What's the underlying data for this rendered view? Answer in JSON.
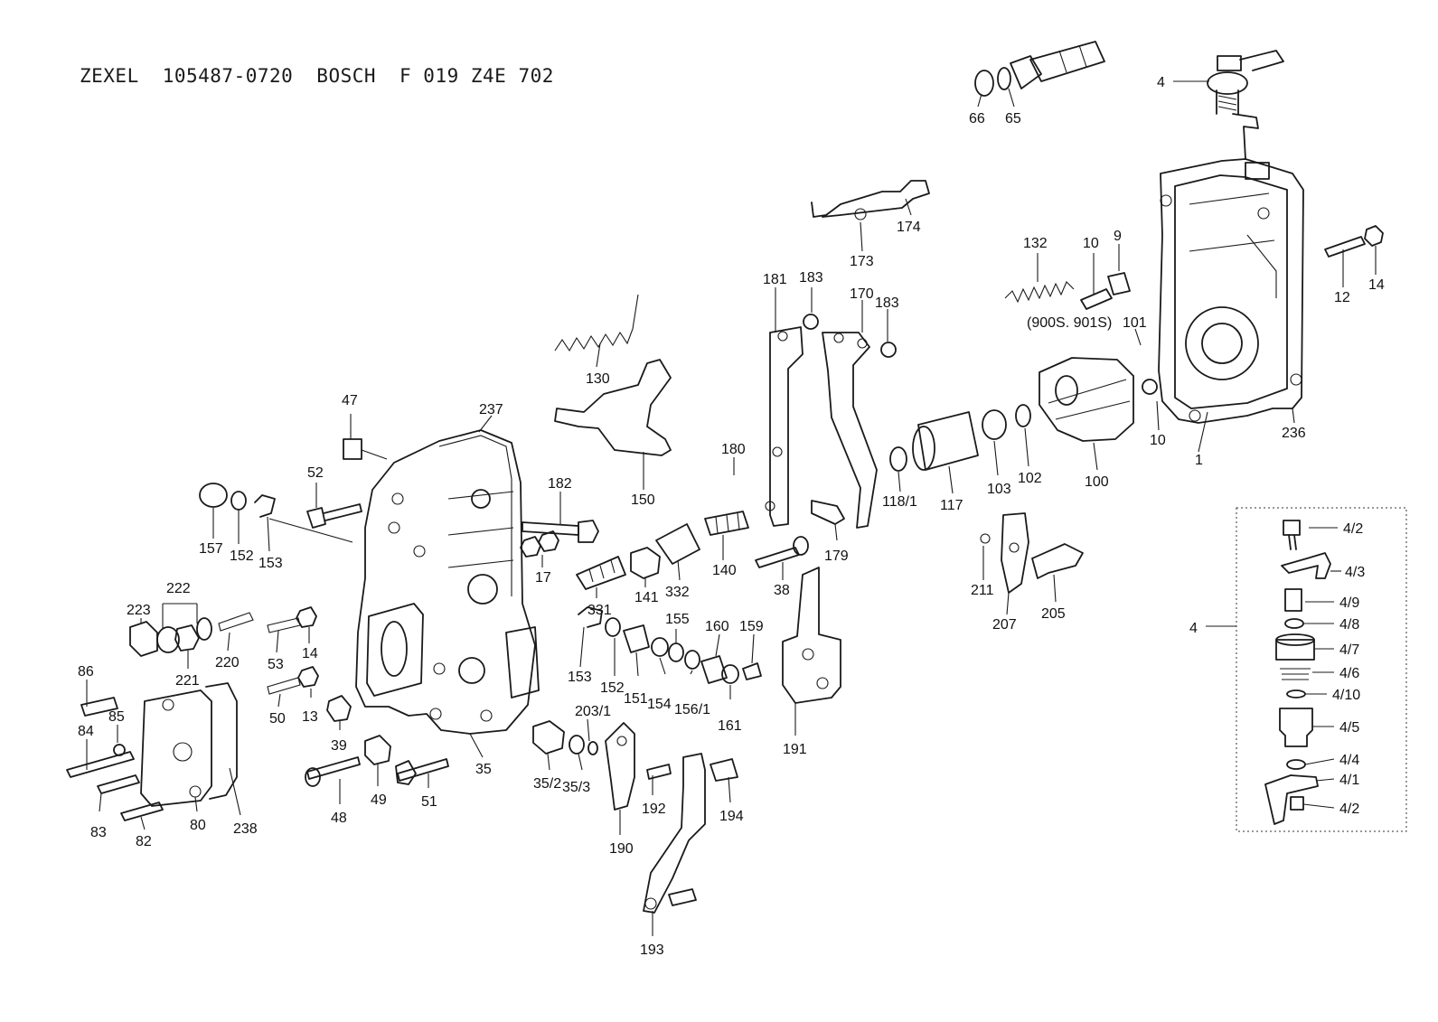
{
  "header": {
    "maker": "ZEXEL",
    "part_number": "105487-0720",
    "brand": "BOSCH",
    "bosch_number": "F 019 Z4E 702"
  },
  "callouts": [
    {
      "id": "c-66",
      "text": "66"
    },
    {
      "id": "c-65",
      "text": "65"
    },
    {
      "id": "c-4a",
      "text": "4"
    },
    {
      "id": "c-174",
      "text": "174"
    },
    {
      "id": "c-173",
      "text": "173"
    },
    {
      "id": "c-132",
      "text": "132"
    },
    {
      "id": "c-10a",
      "text": "10"
    },
    {
      "id": "c-9",
      "text": "9"
    },
    {
      "id": "c-12",
      "text": "12"
    },
    {
      "id": "c-14a",
      "text": "14"
    },
    {
      "id": "c-181",
      "text": "181"
    },
    {
      "id": "c-183a",
      "text": "183"
    },
    {
      "id": "c-170",
      "text": "170"
    },
    {
      "id": "c-183b",
      "text": "183"
    },
    {
      "id": "c-900s",
      "text": "(900S. 901S)"
    },
    {
      "id": "c-101",
      "text": "101"
    },
    {
      "id": "c-130",
      "text": "130"
    },
    {
      "id": "c-47",
      "text": "47"
    },
    {
      "id": "c-237",
      "text": "237"
    },
    {
      "id": "c-10b",
      "text": "10"
    },
    {
      "id": "c-1",
      "text": "1"
    },
    {
      "id": "c-236",
      "text": "236"
    },
    {
      "id": "c-180",
      "text": "180"
    },
    {
      "id": "c-100",
      "text": "100"
    },
    {
      "id": "c-102",
      "text": "102"
    },
    {
      "id": "c-103",
      "text": "103"
    },
    {
      "id": "c-117",
      "text": "117"
    },
    {
      "id": "c-118-1",
      "text": "118/1"
    },
    {
      "id": "c-150",
      "text": "150"
    },
    {
      "id": "c-52",
      "text": "52"
    },
    {
      "id": "c-182",
      "text": "182"
    },
    {
      "id": "c-157",
      "text": "157"
    },
    {
      "id": "c-152a",
      "text": "152"
    },
    {
      "id": "c-153a",
      "text": "153"
    },
    {
      "id": "c-17",
      "text": "17"
    },
    {
      "id": "c-38",
      "text": "38"
    },
    {
      "id": "c-179",
      "text": "179"
    },
    {
      "id": "c-140",
      "text": "140"
    },
    {
      "id": "c-141",
      "text": "141"
    },
    {
      "id": "c-332",
      "text": "332"
    },
    {
      "id": "c-331",
      "text": "331"
    },
    {
      "id": "c-211",
      "text": "211"
    },
    {
      "id": "c-207",
      "text": "207"
    },
    {
      "id": "c-205",
      "text": "205"
    },
    {
      "id": "c-222",
      "text": "222"
    },
    {
      "id": "c-223",
      "text": "223"
    },
    {
      "id": "c-221",
      "text": "221"
    },
    {
      "id": "c-220",
      "text": "220"
    },
    {
      "id": "c-53",
      "text": "53"
    },
    {
      "id": "c-14b",
      "text": "14"
    },
    {
      "id": "c-155",
      "text": "155"
    },
    {
      "id": "c-160",
      "text": "160"
    },
    {
      "id": "c-159",
      "text": "159"
    },
    {
      "id": "c-153b",
      "text": "153"
    },
    {
      "id": "c-152b",
      "text": "152"
    },
    {
      "id": "c-151",
      "text": "151"
    },
    {
      "id": "c-154",
      "text": "154"
    },
    {
      "id": "c-156-1",
      "text": "156/1"
    },
    {
      "id": "c-161",
      "text": "161"
    },
    {
      "id": "c-86",
      "text": "86"
    },
    {
      "id": "c-85",
      "text": "85"
    },
    {
      "id": "c-84",
      "text": "84"
    },
    {
      "id": "c-50",
      "text": "50"
    },
    {
      "id": "c-13",
      "text": "13"
    },
    {
      "id": "c-39",
      "text": "39"
    },
    {
      "id": "c-35",
      "text": "35"
    },
    {
      "id": "c-203-1",
      "text": "203/1"
    },
    {
      "id": "c-191",
      "text": "191"
    },
    {
      "id": "c-35-2",
      "text": "35/2"
    },
    {
      "id": "c-35-3",
      "text": "35/3"
    },
    {
      "id": "c-192",
      "text": "192"
    },
    {
      "id": "c-194",
      "text": "194"
    },
    {
      "id": "c-48",
      "text": "48"
    },
    {
      "id": "c-49",
      "text": "49"
    },
    {
      "id": "c-51",
      "text": "51"
    },
    {
      "id": "c-83",
      "text": "83"
    },
    {
      "id": "c-80",
      "text": "80"
    },
    {
      "id": "c-238",
      "text": "238"
    },
    {
      "id": "c-82",
      "text": "82"
    },
    {
      "id": "c-190",
      "text": "190"
    },
    {
      "id": "c-193",
      "text": "193"
    },
    {
      "id": "c-4b",
      "text": "4"
    }
  ],
  "inset_callouts": [
    {
      "id": "i-4-2a",
      "text": "4/2"
    },
    {
      "id": "i-4-3",
      "text": "4/3"
    },
    {
      "id": "i-4-9",
      "text": "4/9"
    },
    {
      "id": "i-4-8",
      "text": "4/8"
    },
    {
      "id": "i-4-7",
      "text": "4/7"
    },
    {
      "id": "i-4-6",
      "text": "4/6"
    },
    {
      "id": "i-4-10",
      "text": "4/10"
    },
    {
      "id": "i-4-5",
      "text": "4/5"
    },
    {
      "id": "i-4-4",
      "text": "4/4"
    },
    {
      "id": "i-4-1",
      "text": "4/1"
    },
    {
      "id": "i-4-2b",
      "text": "4/2"
    }
  ]
}
